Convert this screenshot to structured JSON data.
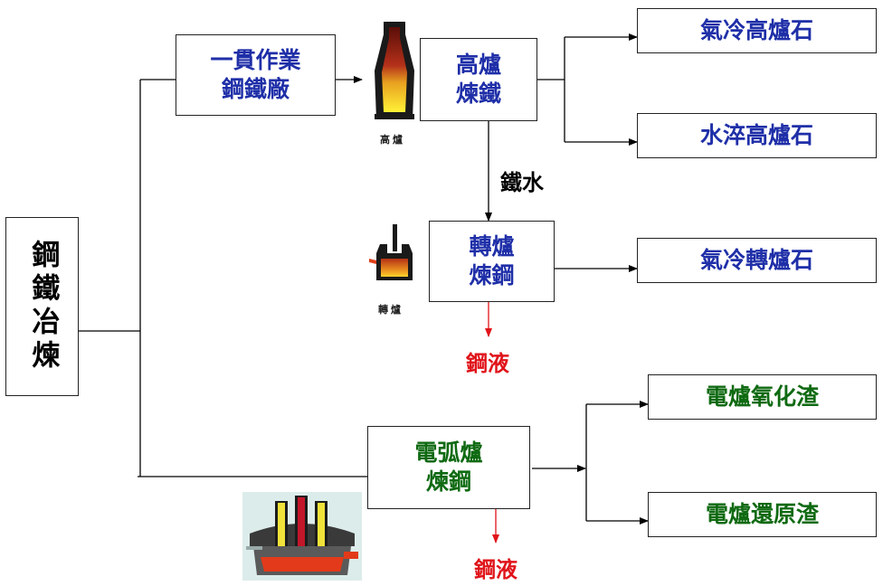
{
  "root": {
    "label": "鋼鐵冶煉"
  },
  "integrated_mill": {
    "line1": "一貫作業",
    "line2": "鋼鐵廠"
  },
  "blast_furnace": {
    "line1": "高爐",
    "line2": "煉鐵",
    "icon_caption": "高爐"
  },
  "converter": {
    "line1": "轉爐",
    "line2": "煉鋼",
    "icon_caption": "轉爐"
  },
  "eaf": {
    "line1": "電弧爐",
    "line2": "煉鋼"
  },
  "edge_labels": {
    "molten_iron": "鐵水",
    "steel_liquid_converter": "鋼液",
    "steel_liquid_eaf": "鋼液"
  },
  "slags": {
    "air_cooled_bf_slag": "氣冷高爐石",
    "water_quenched_bf_slag": "水淬高爐石",
    "air_cooled_converter_slag": "氣冷轉爐石",
    "eaf_oxidizing_slag": "電爐氧化渣",
    "eaf_reducing_slag": "電爐還原渣"
  },
  "colors": {
    "process_text": "#1f2fa8",
    "eaf_text": "#0f6a12",
    "steel_liquid": "#e0141a",
    "line": "#000000"
  }
}
